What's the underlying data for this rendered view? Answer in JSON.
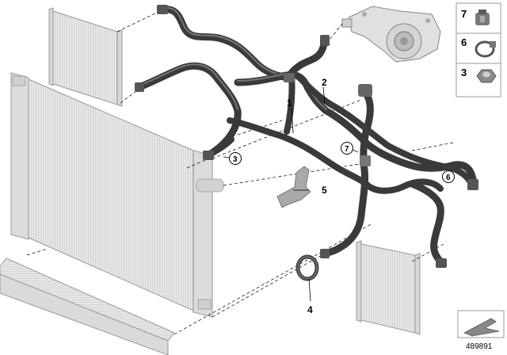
{
  "callouts": {
    "c1": "1",
    "c2": "2",
    "c3": "3",
    "c4": "4",
    "c5": "5",
    "c6": "6",
    "c7": "7"
  },
  "legend": {
    "items": [
      {
        "number": "7",
        "icon": "clamp-clip-icon"
      },
      {
        "number": "6",
        "icon": "hose-clamp-icon"
      },
      {
        "number": "3",
        "icon": "hex-nut-icon"
      }
    ]
  },
  "diagram_number": "489891",
  "colors": {
    "hose": "#3a3a3a",
    "radiator_fill": "#e8e8e8",
    "outline": "#888888"
  }
}
